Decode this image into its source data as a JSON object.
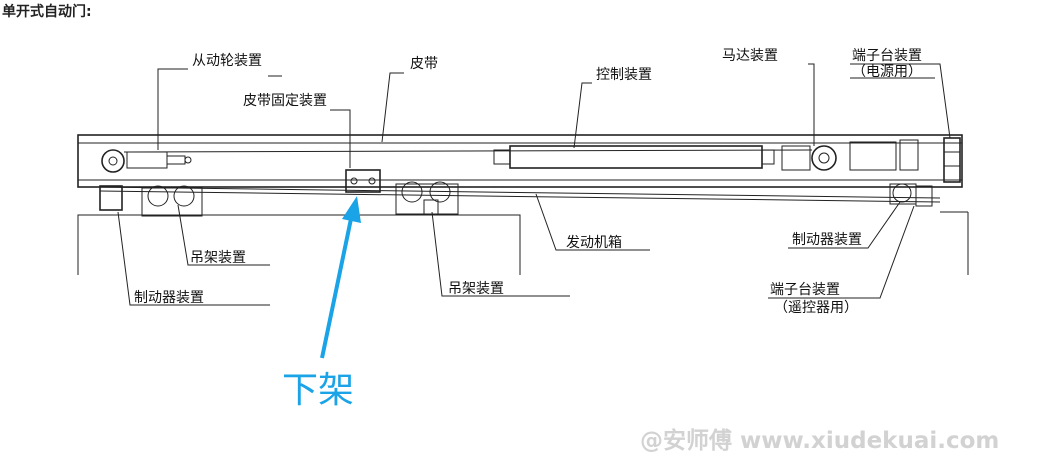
{
  "title": "单开式自动门:",
  "labels": {
    "idler_wheel": "从动轮装置",
    "belt": "皮带",
    "belt_clamp": "皮带固定装置",
    "controller": "控制装置",
    "motor": "马达装置",
    "terminal_power_1": "端子台装置",
    "terminal_power_2": "（电源用）",
    "hanger_left": "吊架装置",
    "stopper_left": "制动器装置",
    "hanger_mid": "吊架装置",
    "gear_box": "发动机箱",
    "stopper_right": "制动器装置",
    "terminal_remote_1": "端子台装置",
    "terminal_remote_2": "（遥控器用）",
    "lower_frame": "下架"
  },
  "watermark": "@安师傅  www.xiudekuai.com",
  "colors": {
    "line": "#222222",
    "accent": "#1aa3e6",
    "watermark": "#d2d2d2"
  }
}
